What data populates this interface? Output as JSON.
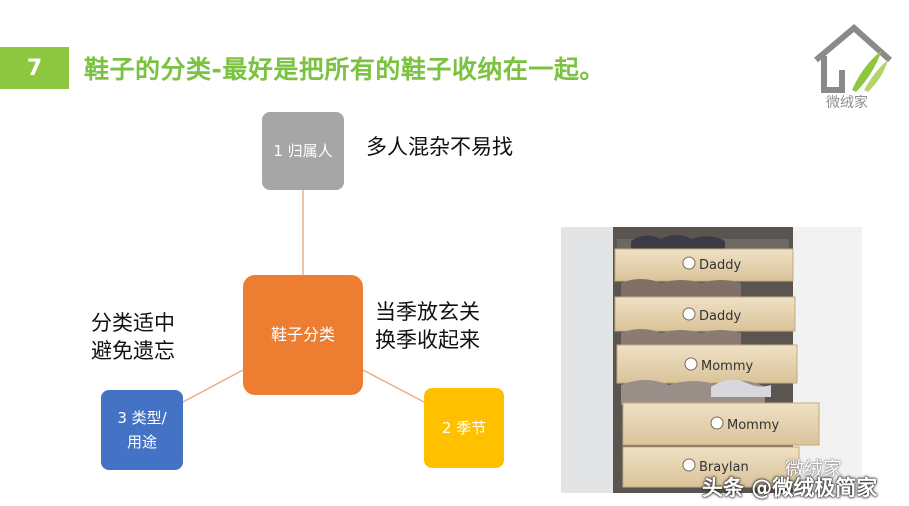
{
  "slide": {
    "number": "7",
    "title": "鞋子的分类-最好是把所有的鞋子收纳在一起。"
  },
  "logo": {
    "text": "微绒家"
  },
  "diagram": {
    "center": "鞋子分类",
    "owner": "1 归属人",
    "type_line1": "3 类型/",
    "type_line2": "用途",
    "season": "2 季节"
  },
  "captions": {
    "owner": "多人混杂不易找",
    "type_line1": "分类适中",
    "type_line2": "避免遗忘",
    "season_line1": "当季放玄关",
    "season_line2": "换季收起来"
  },
  "photo": {
    "drawer_labels": [
      "Daddy",
      "Daddy",
      "Mommy",
      "Mommy",
      "Braylan"
    ]
  },
  "watermark": {
    "brand": "微绒家",
    "author": "头条 @微绒极简家"
  },
  "colors": {
    "accent_green": "#8dc63f",
    "owner_gray": "#a6a6a6",
    "center_orange": "#ed7d31",
    "type_blue": "#4472c4",
    "season_yellow": "#ffc000",
    "connector": "#e8b08a"
  }
}
